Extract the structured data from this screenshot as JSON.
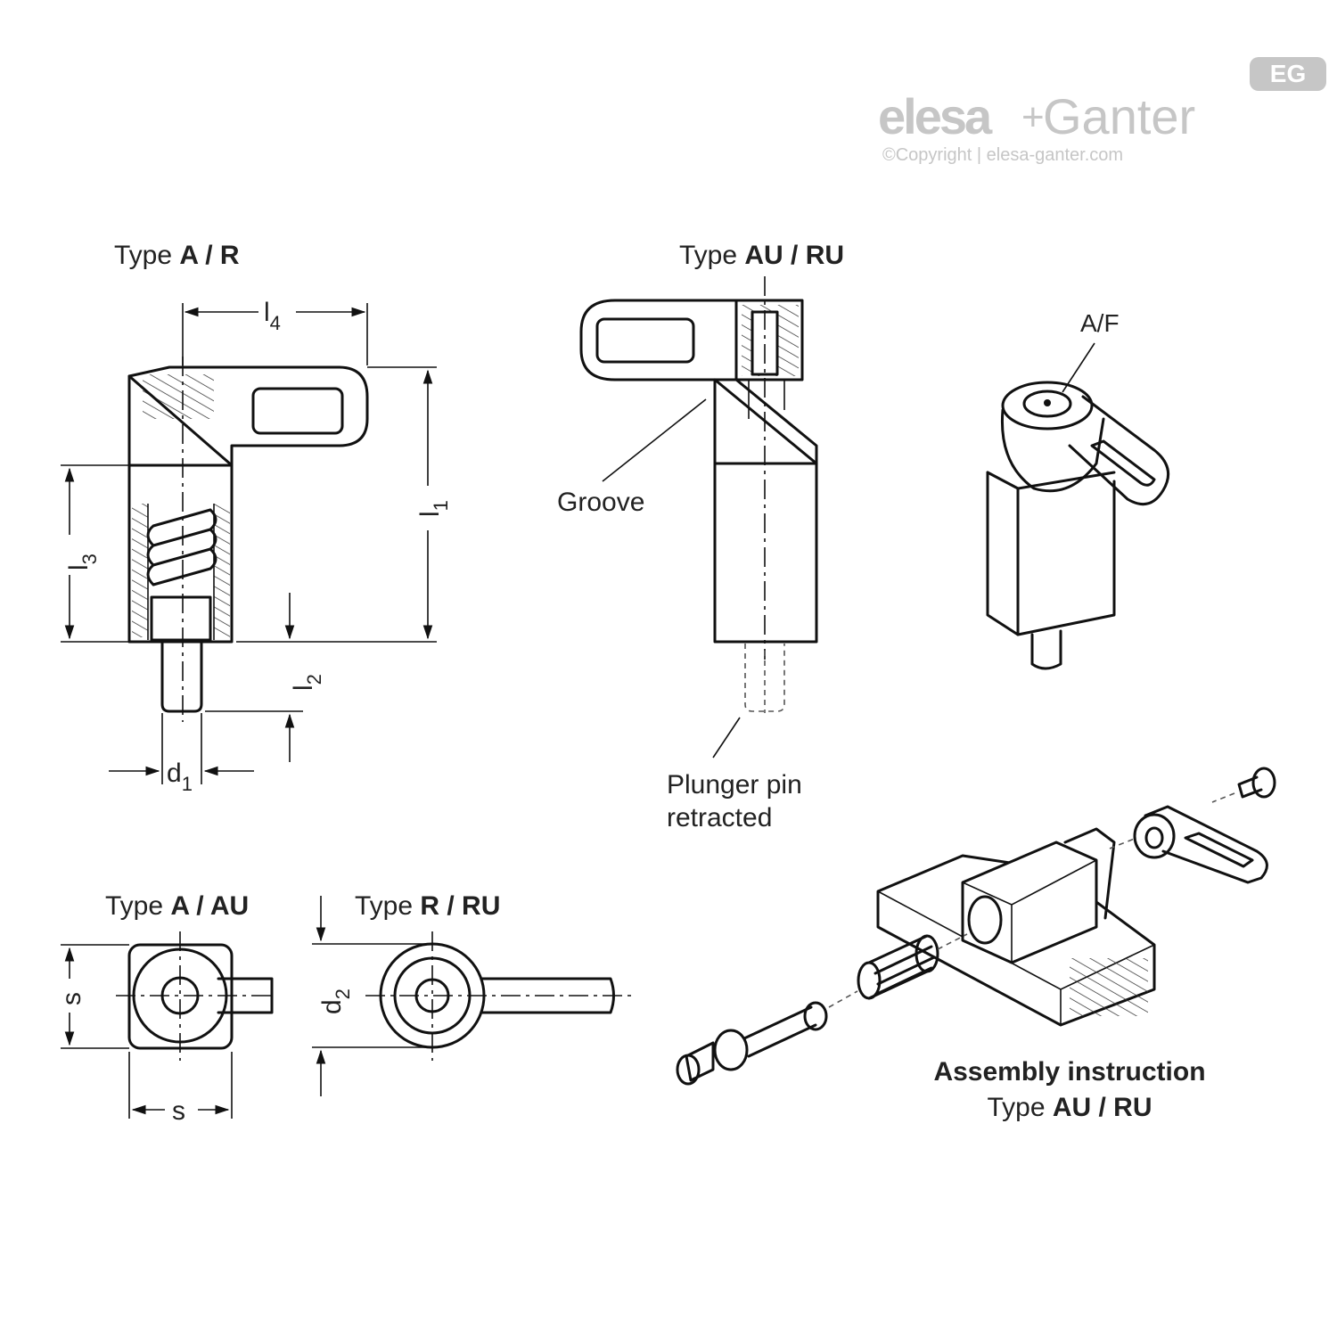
{
  "brand": {
    "name_left": "elesa",
    "plus": "+",
    "name_right": "Ganter",
    "copyright": "©Copyright | elesa-ganter.com",
    "badge": "EG"
  },
  "views": {
    "type_a_r": {
      "prefix": "Type ",
      "bold": "A / R"
    },
    "type_au_ru": {
      "prefix": "Type ",
      "bold": "AU / RU"
    },
    "type_a_au": {
      "prefix": "Type ",
      "bold": "A / AU"
    },
    "type_r_ru": {
      "prefix": "Type ",
      "bold": "R / RU"
    }
  },
  "dimensions": {
    "l4": {
      "base": "l",
      "sub": "4"
    },
    "l1": {
      "base": "l",
      "sub": "1"
    },
    "l3": {
      "base": "l",
      "sub": "3"
    },
    "l2": {
      "base": "l",
      "sub": "2"
    },
    "d1": {
      "base": "d",
      "sub": "1"
    },
    "d2": {
      "base": "d",
      "sub": "2"
    },
    "s_vertical": "s",
    "s_horizontal": "s"
  },
  "callouts": {
    "groove": "Groove",
    "plunger_line1": "Plunger pin",
    "plunger_line2": "retracted",
    "af": "A/F"
  },
  "assembly": {
    "title": "Assembly instruction",
    "type_prefix": "Type ",
    "type_bold": "AU / RU"
  }
}
